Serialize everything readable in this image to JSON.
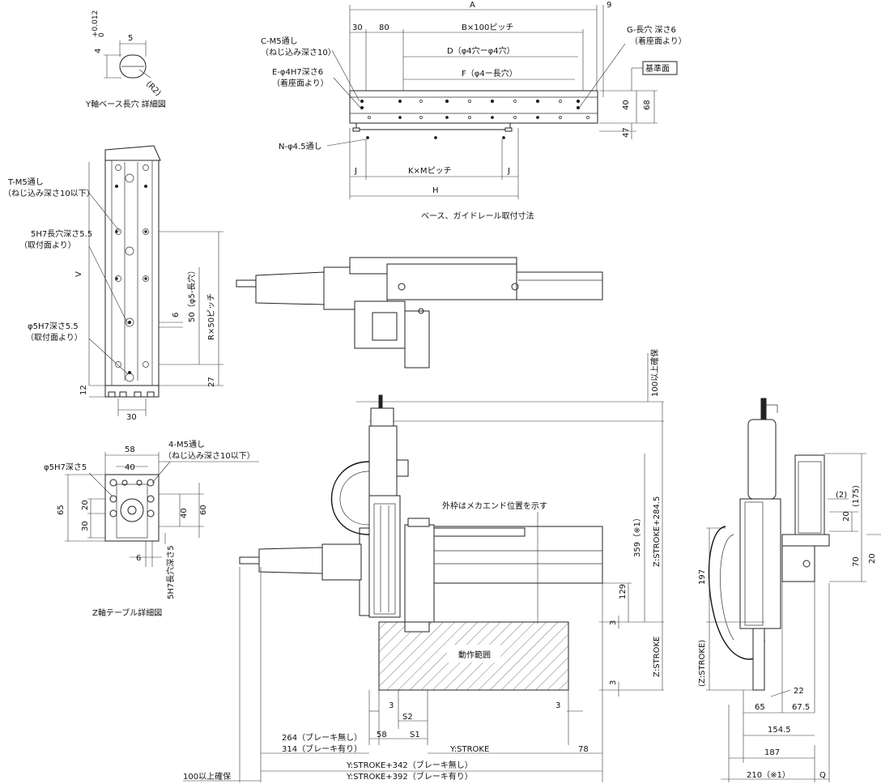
{
  "y_slot_detail": {
    "title": "Y軸ベース長穴 詳細図",
    "dim_5": "5",
    "tol_4": "4",
    "tol_upper": "+0.012",
    "tol_lower": "0",
    "r2": "(R2)"
  },
  "base_guide": {
    "caption": "ベース、ガイドレール取付寸法",
    "A": "A",
    "nine": "9",
    "thirty": "30",
    "eighty": "80",
    "bpitch": "B×100ピッチ",
    "dhole": "D（φ4穴ーφ4穴）",
    "fhole": "F（φ4ー長穴）",
    "cm5_1": "C-M5通し",
    "cm5_2": "（ねじ込み深さ10）",
    "e_1": "E-φ4H7深さ6",
    "e_2": "（着座面より）",
    "g_1": "G-長穴 深さ6",
    "g_2": "（着座面より）",
    "kijun": "基準面",
    "d40": "40",
    "d68": "68",
    "d47": "47",
    "n45": "N-φ4.5通し",
    "J_left": "J",
    "kxm": "K×Mピッチ",
    "J_right": "J",
    "H": "H"
  },
  "y_base": {
    "t_1": "T-M5通し",
    "t_2": "（ねじ込み深さ10以下）",
    "slot_1": "5H7長穴深さ5.5",
    "slot_2": "（取付面より）",
    "hole_1": "φ5H7深さ5.5",
    "hole_2": "（取付面より）",
    "V": "V",
    "six": "6",
    "fifty": "50（φ5-長穴）",
    "rpitch": "R×50ピッチ",
    "d27": "27",
    "d12": "12",
    "d30": "30"
  },
  "z_table": {
    "title": "Z軸テーブル詳細図",
    "d58": "58",
    "m5_1": "4-M5通し",
    "m5_2": "（ねじ込み深さ10以下）",
    "h7_5": "φ5H7深さ5",
    "d40_top": "40",
    "d65": "65",
    "d20": "20",
    "d30": "30",
    "d40_right": "40",
    "d60": "60",
    "six": "6",
    "slot": "5H7長穴深さ5"
  },
  "front": {
    "keep100": "100以上確保",
    "outer_note": "外枠はメカエンド位置を示す",
    "motion_area": "動作範囲",
    "d359": "359（※1）",
    "zstroke284": "Z:STROKE+284.5",
    "d129": "129",
    "d3a": "3",
    "d3b": "3",
    "zstroke": "Z:STROKE",
    "d3c": "3",
    "s2": "S2",
    "d3d": "3",
    "d58": "58",
    "s1": "S1",
    "nobrake": "264（ブレーキ無し）",
    "brake": "314（ブレーキ有り）",
    "ystroke": "Y:STROKE",
    "d78": "78",
    "total1": "Y:STROKE+342（ブレーキ無し）",
    "total2": "Y:STROKE+392（ブレーキ有り）",
    "keep100b": "100以上確保"
  },
  "side": {
    "d175": "(175)",
    "d2": "(2)",
    "d20a": "20",
    "d70": "70",
    "d20b": "20",
    "d197": "197",
    "zstroke": "(Z:STROKE)",
    "d22": "22",
    "d65": "65",
    "d675": "67.5",
    "d1545": "154.5",
    "d187": "187",
    "d210": "210（※1）",
    "Q": "Q"
  }
}
